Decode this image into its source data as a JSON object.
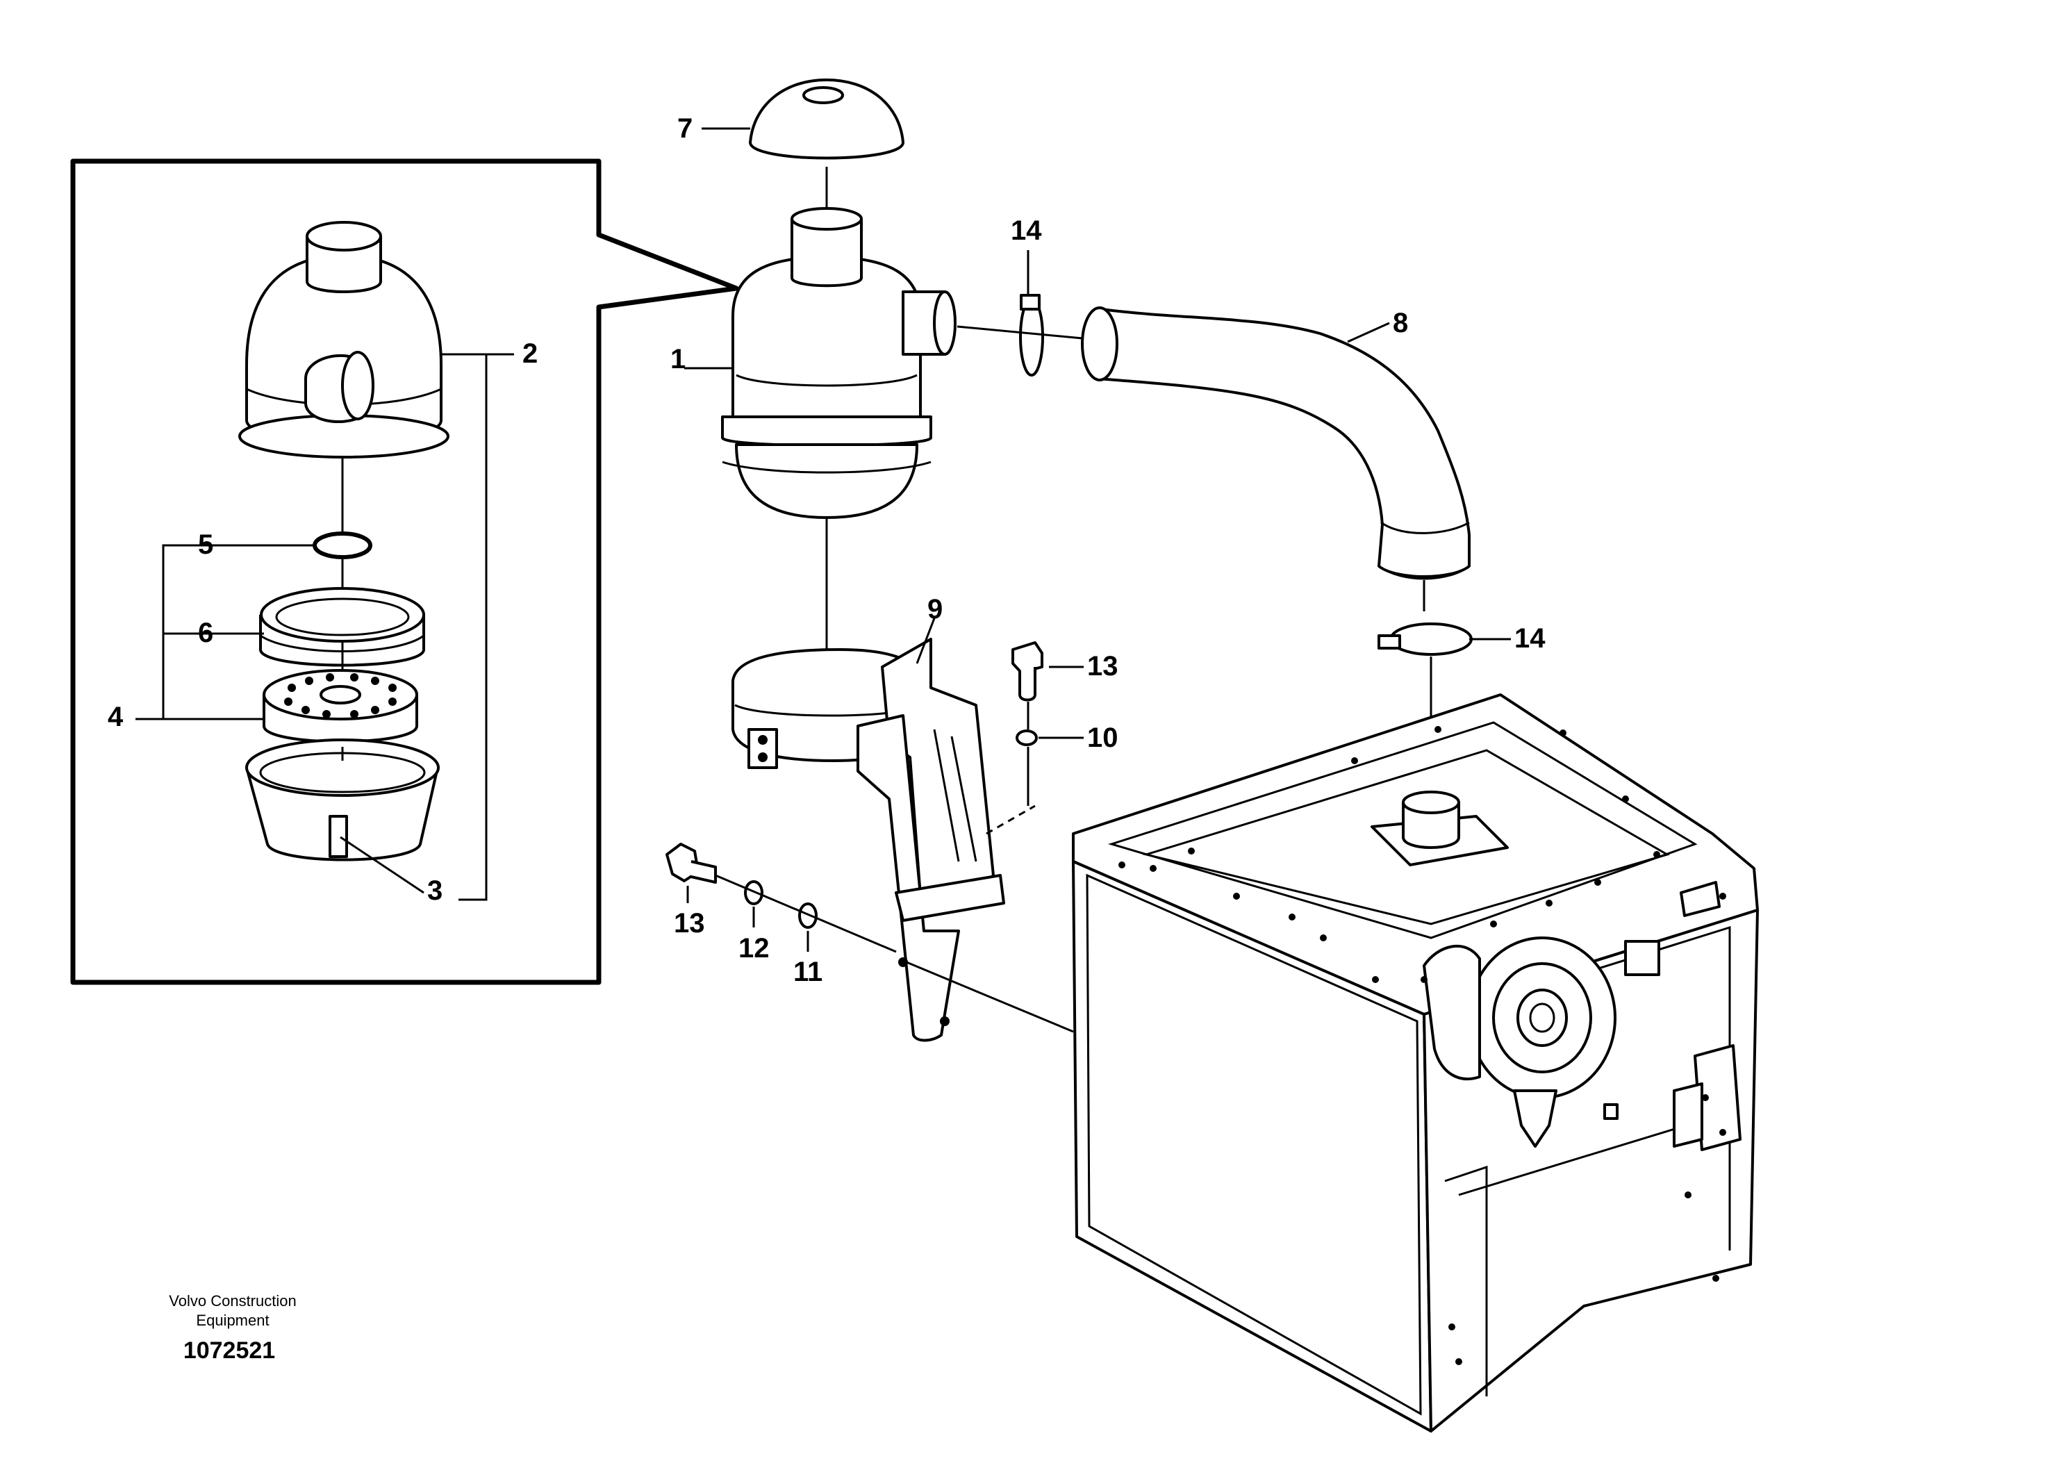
{
  "diagram": {
    "callouts": {
      "c1": "1",
      "c2": "2",
      "c3": "3",
      "c4": "4",
      "c5": "5",
      "c6": "6",
      "c7": "7",
      "c8": "8",
      "c9": "9",
      "c10": "10",
      "c11": "11",
      "c12": "12",
      "c13a": "13",
      "c13b": "13",
      "c14a": "14",
      "c14b": "14"
    }
  },
  "footer": {
    "company_line1": "Volvo Construction",
    "company_line2": "Equipment",
    "drawing_number": "1072521"
  }
}
